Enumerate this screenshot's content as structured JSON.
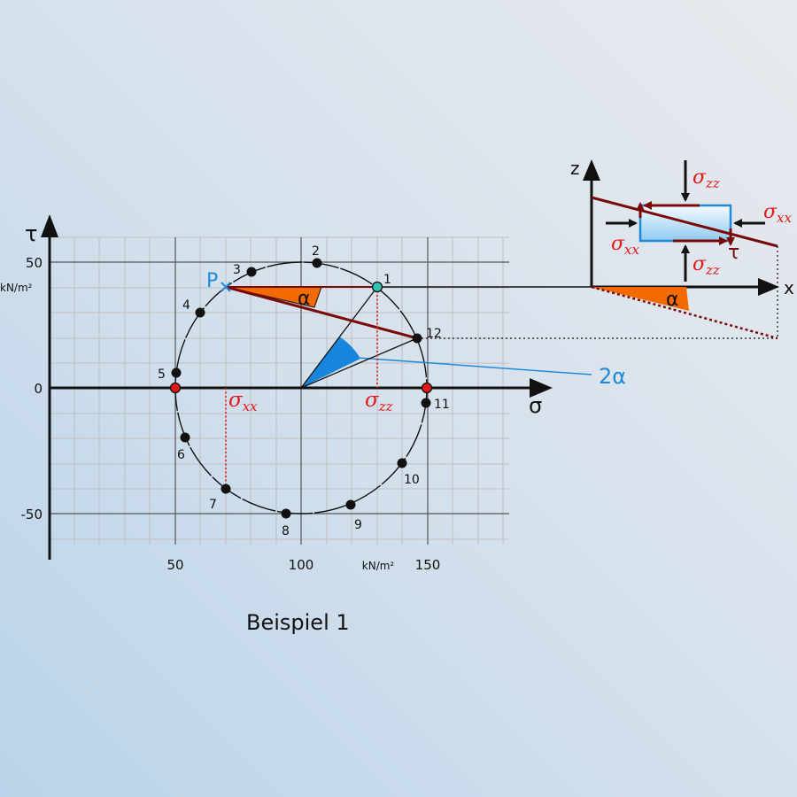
{
  "caption": "Beispiel 1",
  "axes": {
    "sigma_label": "σ",
    "tau_label": "τ",
    "x_ticks": [
      "50",
      "100",
      "150"
    ],
    "x_unit": "kN/m²",
    "y_ticks": [
      "50",
      "0",
      "-50"
    ],
    "y_unit": "kN/m²"
  },
  "mohr": {
    "pole_label": "P",
    "alpha_label": "α",
    "two_alpha_label": "2α",
    "sigma_xx": "σ",
    "sigma_xx_sub": "xx",
    "sigma_zz": "σ",
    "sigma_zz_sub": "zz",
    "points": [
      "1",
      "2",
      "3",
      "4",
      "5",
      "6",
      "7",
      "8",
      "9",
      "10",
      "11",
      "12"
    ]
  },
  "element": {
    "z_label": "z",
    "x_label": "x",
    "alpha_label": "α",
    "tau_label": "τ",
    "sigma": "σ",
    "xx": "xx",
    "zz": "zz"
  },
  "colors": {
    "red": "#e11919",
    "dark_red": "#7a0a0a",
    "blue": "#1f8ad8",
    "orange": "#f56a00"
  }
}
